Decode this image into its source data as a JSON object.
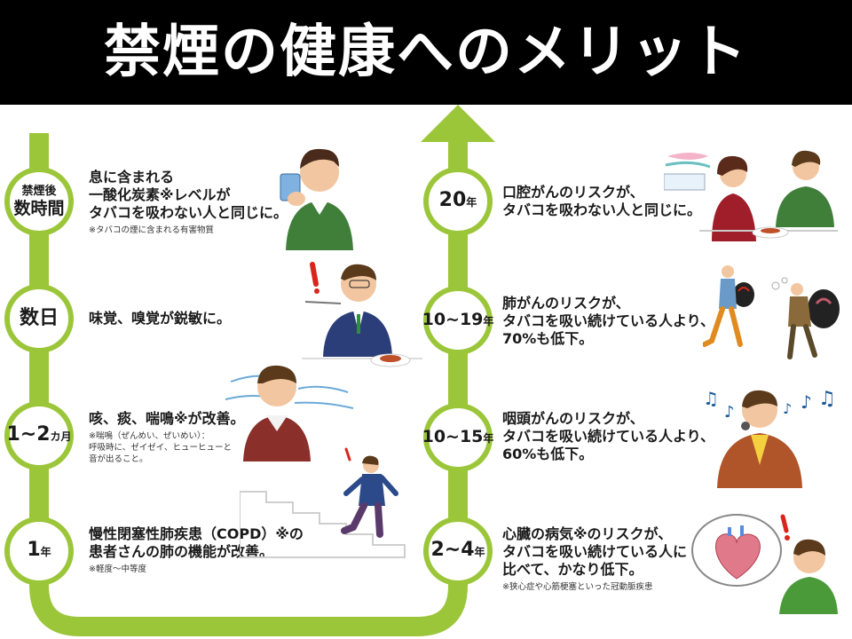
{
  "title": "禁煙の健康へのメリット",
  "colors": {
    "track": "#9cc63a",
    "title_bg": "#000000",
    "title_text": "#ffffff"
  },
  "left_steps": [
    {
      "label_top": "禁煙後",
      "label_main": "数時間",
      "text": [
        "息に含まれる",
        "一酸化炭素※レベルが",
        "タバコを吸わない人と同じに。"
      ],
      "note": [
        "※タバコの煙に含まれる有害物質"
      ]
    },
    {
      "label_main": "数日",
      "text": [
        "味覚、嗅覚が鋭敏に。"
      ]
    },
    {
      "label_main": "1~2",
      "label_unit": "カ月",
      "text": [
        "咳、痰、喘鳴※が改善。"
      ],
      "note": [
        "※喘鳴（ぜんめい、ぜいめい）：",
        "呼吸時に、ゼイゼイ、ヒューヒューと",
        "音が出ること。"
      ]
    },
    {
      "label_main": "1",
      "label_unit": "年",
      "text": [
        "慢性閉塞性肺疾患（COPD）※の",
        "患者さんの肺の機能が改善。"
      ],
      "note": [
        "※軽度～中等度"
      ]
    }
  ],
  "right_steps": [
    {
      "label_main": "20",
      "label_unit": "年",
      "text": [
        "口腔がんのリスクが、",
        "タバコを吸わない人と同じに。"
      ]
    },
    {
      "label_main": "10~19",
      "label_unit": "年",
      "text": [
        "肺がんのリスクが、",
        "タバコを吸い続けている人より、",
        "70%も低下。"
      ]
    },
    {
      "label_main": "10~15",
      "label_unit": "年",
      "text": [
        "咽頭がんのリスクが、",
        "タバコを吸い続けている人より、",
        "60%も低下。"
      ]
    },
    {
      "label_main": "2~4",
      "label_unit": "年",
      "text": [
        "心臓の病気※のリスクが、",
        "タバコを吸い続けている人に",
        "比べて、かなり低下。"
      ],
      "note": [
        "※狭心症や心筋梗塞といった冠動脈疾患"
      ]
    }
  ],
  "illustrations": [
    "man-drinking",
    "man-eating-surprised",
    "man-breathing",
    "man-climbing-stairs",
    "couple-dining",
    "men-walking-lungs",
    "man-singing",
    "man-heart-thought"
  ]
}
